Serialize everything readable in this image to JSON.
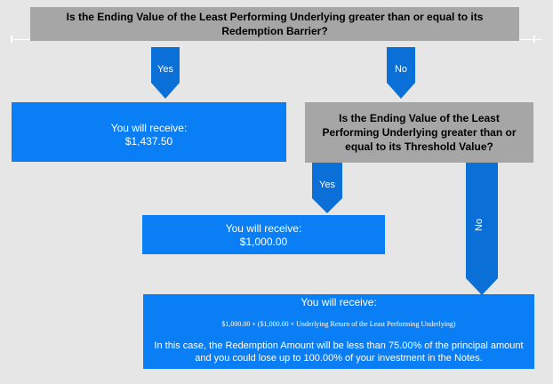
{
  "question1": "Is the Ending Value of the Least Performing Underlying greater than or equal to its Redemption Barrier?",
  "question2": "Is the Ending Value of the Least Performing Underlying greater than or equal to its Threshold Value?",
  "arrows": {
    "yes1": "Yes",
    "no1": "No",
    "yes2": "Yes",
    "no2": "No"
  },
  "outcome1": {
    "label": "You will receive:",
    "amount": "$1,437.50"
  },
  "outcome2": {
    "label": "You will receive:",
    "amount": "$1,000.00"
  },
  "outcome3": {
    "label": "You will receive:",
    "formula": "$1,000.00 + ($1,000.00 × Underlying Return of the Least Performing Underlying)",
    "note": "In this case, the Redemption Amount will be less than 75.00% of the principal amount and you could lose up to 100.00% of your investment in the Notes."
  },
  "colors": {
    "background": "#e6e6e6",
    "question_box": "#a6a6a6",
    "outcome_box": "#0a7ff5",
    "arrow": "#0a6fd6"
  }
}
